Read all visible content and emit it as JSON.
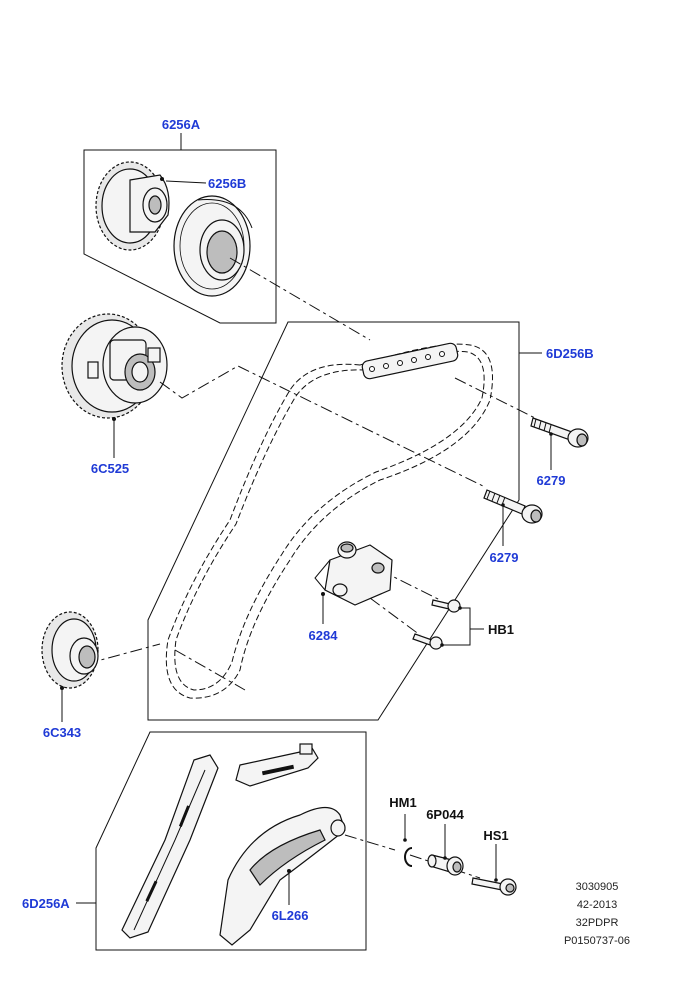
{
  "callouts": {
    "cam_assembly": "6256A",
    "cam_sprocket": "6256B",
    "timing_chain": "6D256B",
    "vvt_unit": "6C525",
    "bolt_upper": "6279",
    "bolt_lower": "6279",
    "tensioner": "6284",
    "tensioner_bolts": "HB1",
    "crank_sprocket": "6C343",
    "guide_kit": "6D256A",
    "guide_rail": "6L266",
    "clip": "HM1",
    "pin": "6P044",
    "screw": "HS1"
  },
  "reference": {
    "line1": "3030905",
    "line2": "42-2013",
    "line3": "32PDPR",
    "line4": "P0150737-06"
  },
  "colors": {
    "callout_blue": "#1f3ad6",
    "callout_black": "#111111",
    "line": "#111111"
  }
}
